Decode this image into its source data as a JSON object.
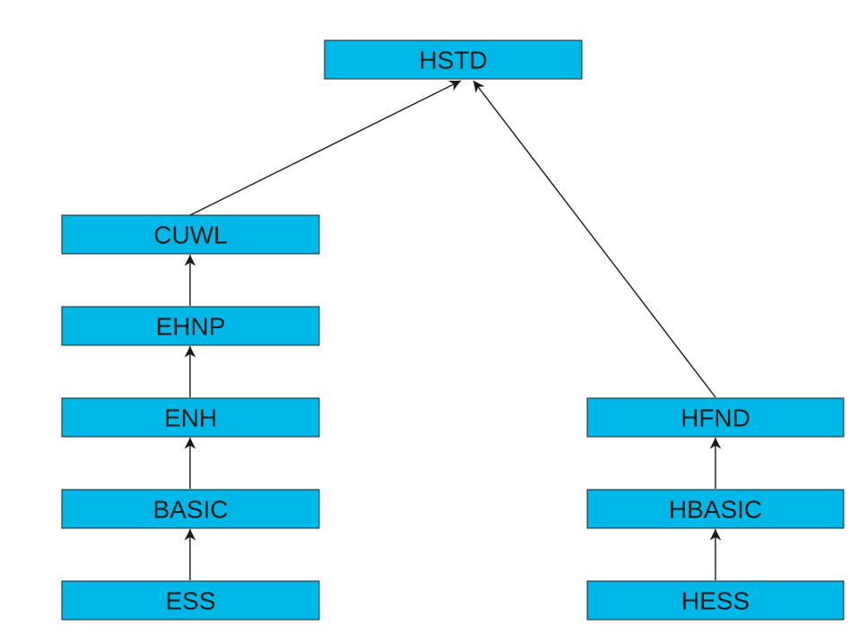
{
  "colors": {
    "node_fill": "#00b8e8",
    "node_border": "#222222",
    "text": "#1a1a1a",
    "edge": "#1a1a1a"
  },
  "nodes": {
    "hstd": "HSTD",
    "cuwl": "CUWL",
    "ehnp": "EHNP",
    "enh": "ENH",
    "basic": "BASIC",
    "ess": "ESS",
    "hfnd": "HFND",
    "hbasic": "HBASIC",
    "hess": "HESS"
  },
  "edges": [
    {
      "from": "ess",
      "to": "basic"
    },
    {
      "from": "basic",
      "to": "enh"
    },
    {
      "from": "enh",
      "to": "ehnp"
    },
    {
      "from": "ehnp",
      "to": "cuwl"
    },
    {
      "from": "cuwl",
      "to": "hstd"
    },
    {
      "from": "hess",
      "to": "hbasic"
    },
    {
      "from": "hbasic",
      "to": "hfnd"
    },
    {
      "from": "hfnd",
      "to": "hstd"
    }
  ]
}
